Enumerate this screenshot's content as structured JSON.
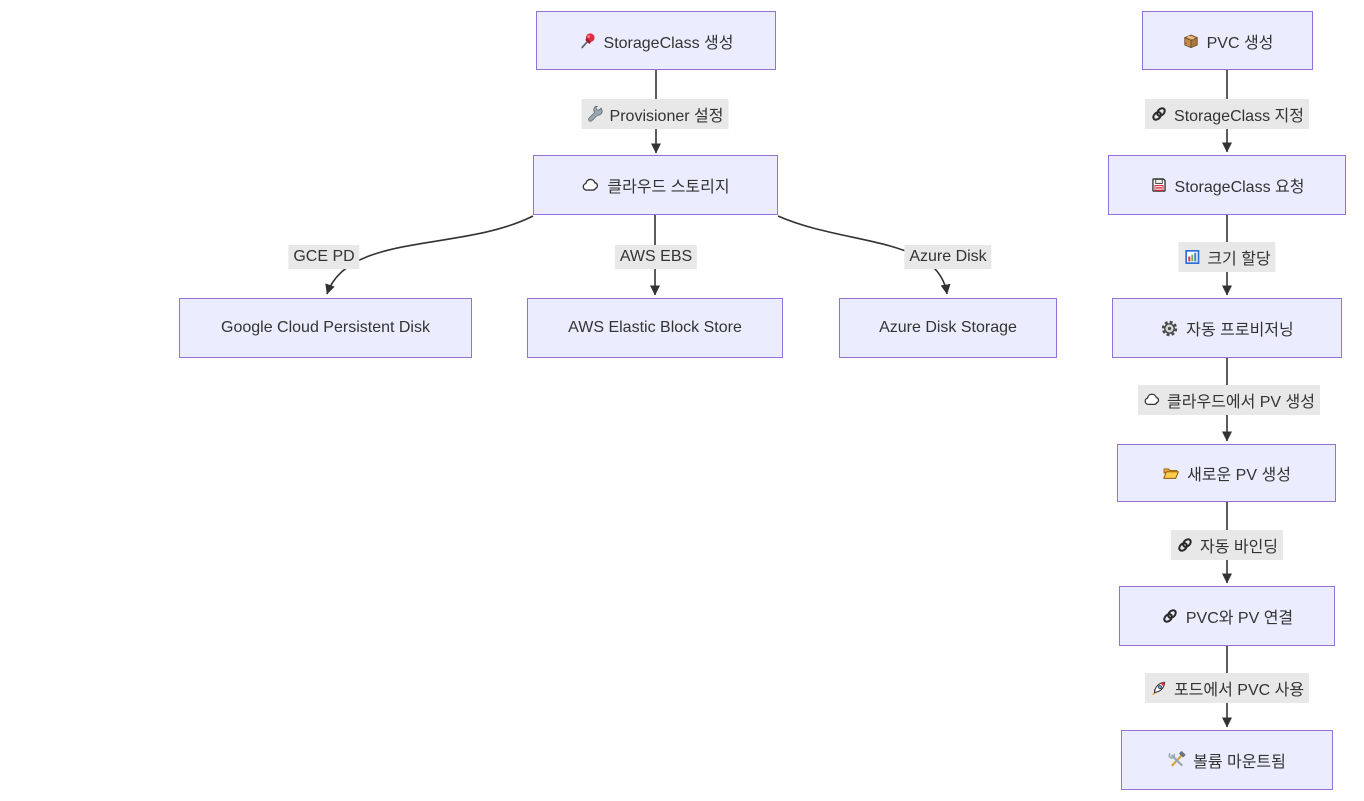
{
  "colors": {
    "node_fill": "#ECECFF",
    "node_border": "#9370DB",
    "edge_stroke": "#333333",
    "edge_label_bg": "#e8e8e8",
    "text": "#333333"
  },
  "flowchart": {
    "nodes": {
      "sc_create": {
        "label": "StorageClass 생성",
        "icon": "pushpin-icon"
      },
      "cloud_storage": {
        "label": "클라우드 스토리지",
        "icon": "cloud-icon"
      },
      "gce_pd": {
        "label": "Google Cloud Persistent Disk"
      },
      "aws_ebs": {
        "label": "AWS Elastic Block Store"
      },
      "azure_disk": {
        "label": "Azure Disk Storage"
      },
      "pvc_create": {
        "label": "PVC 생성",
        "icon": "package-icon"
      },
      "sc_request": {
        "label": "StorageClass 요청",
        "icon": "floppy-disk-icon"
      },
      "auto_provisioning": {
        "label": "자동 프로비저닝",
        "icon": "gear-icon"
      },
      "new_pv": {
        "label": "새로운 PV 생성",
        "icon": "open-folder-icon"
      },
      "pvc_pv_link": {
        "label": "PVC와 PV 연결",
        "icon": "link-icon"
      },
      "volume_mounted": {
        "label": "볼륨 마운트됨",
        "icon": "hammer-wrench-icon"
      }
    },
    "edge_labels": {
      "provisioner": {
        "label": "Provisioner 설정",
        "icon": "wrench-icon"
      },
      "gce": {
        "label": "GCE PD"
      },
      "ebs": {
        "label": "AWS EBS"
      },
      "azure": {
        "label": "Azure Disk"
      },
      "sc_assign": {
        "label": "StorageClass 지정",
        "icon": "link-icon"
      },
      "size_alloc": {
        "label": "크기 할당",
        "icon": "bar-chart-icon"
      },
      "cloud_pv": {
        "label": "클라우드에서 PV 생성",
        "icon": "cloud-icon"
      },
      "auto_bind": {
        "label": "자동 바인딩",
        "icon": "link-icon"
      },
      "pod_use": {
        "label": "포드에서 PVC 사용",
        "icon": "rocket-icon"
      }
    }
  }
}
